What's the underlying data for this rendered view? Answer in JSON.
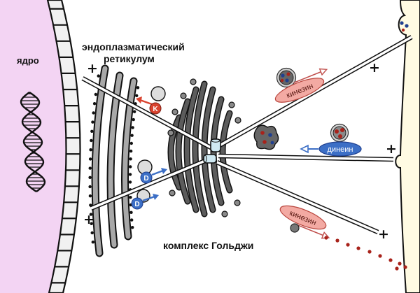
{
  "labels": {
    "nucleus": "ядро",
    "er_line1": "эндоплазматический",
    "er_line2": "ретикулум",
    "golgi": "комплекс Гольджи"
  },
  "motors": {
    "kinesin_upper": "кинезин",
    "dynein": "динеин",
    "kinesin_lower": "кинезин"
  },
  "transport_markers": {
    "k": "K",
    "d_upper": "D",
    "d_lower": "D"
  },
  "microtubule_plus_ends": [
    "+",
    "+",
    "+",
    "+",
    "+"
  ],
  "colors": {
    "nucleus": "#f3d4f3",
    "nuclear_envelope": "#f1f1f1",
    "extracellular": "#fffbe3",
    "kinesin": "#f3aaa3",
    "dynein": "#3c6fc6",
    "k_marker": "#d9432f",
    "d_marker": "#3c6fc6",
    "golgi": "#5c5c5c",
    "er": "#a8a8a8",
    "centrosome": "#cfe9f2",
    "cargo_red": "#a8221a",
    "cargo_blue": "#1f3f8f",
    "vesicle_grey": "#666666",
    "vesicle_light": "#dddddd"
  }
}
